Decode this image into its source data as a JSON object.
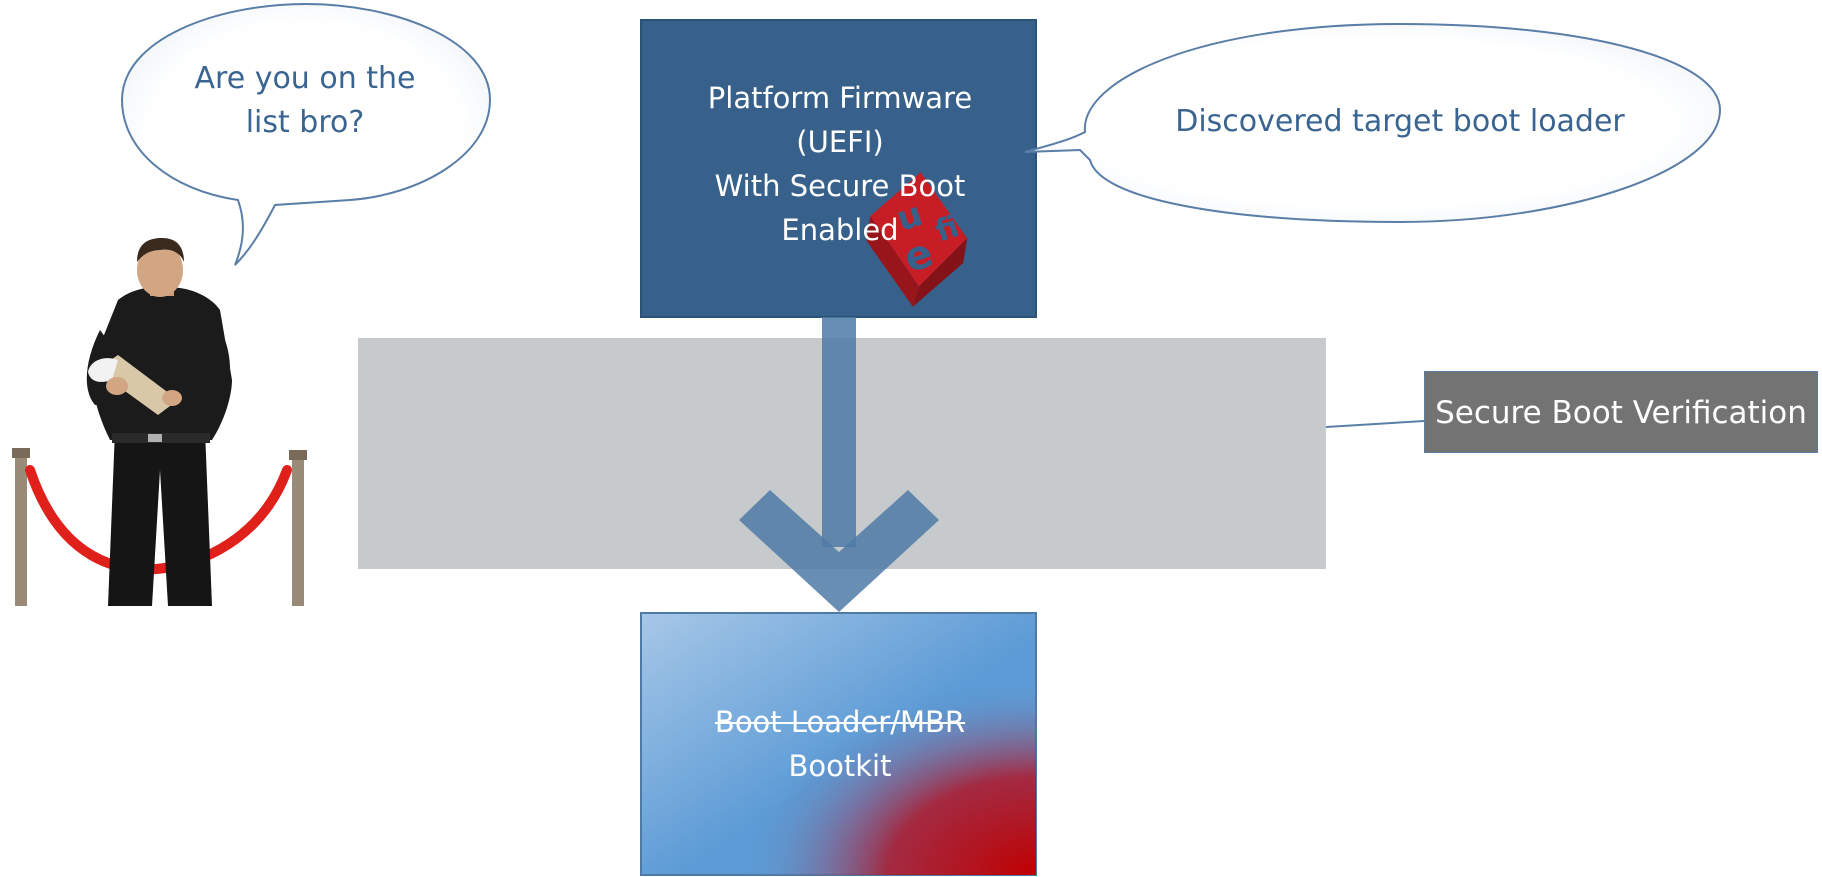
{
  "firmware_box": {
    "lines": [
      "Platform Firmware",
      "(UEFI)",
      "With Secure Boot",
      "Enabled"
    ],
    "color": "#37618a",
    "logo": "uefi-logo",
    "logo_color": "#d4181c"
  },
  "bouncer_bubble": {
    "lines": [
      "Are you on the",
      "list bro?"
    ]
  },
  "firmware_bubble": {
    "text": "Discovered target boot loader"
  },
  "verification_layer": {
    "label": "Secure Boot Verification",
    "band_color": "#c6cacd",
    "label_color": "#737373"
  },
  "target_box": {
    "struck_text": "Boot Loader/MBR",
    "text": "Bootkit",
    "gradient_colors": [
      "#a8c8e8",
      "#5b9bd5",
      "#c00000"
    ]
  },
  "arrow": {
    "color": "#4f7aa6"
  },
  "illustration": {
    "subject": "bouncer-with-clipboard",
    "props": [
      "velvet-rope",
      "stanchion-posts"
    ],
    "rope_color": "#e0201b"
  }
}
